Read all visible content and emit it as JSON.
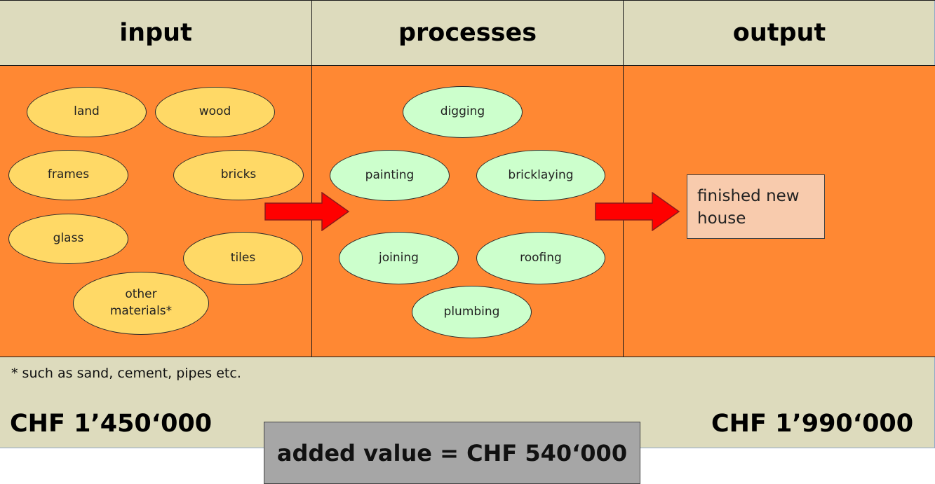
{
  "headers": {
    "input": "input",
    "processes": "processes",
    "output": "output"
  },
  "inputs": [
    "land",
    "wood",
    "frames",
    "bricks",
    "glass",
    "tiles",
    "other materials*"
  ],
  "processes": [
    "digging",
    "painting",
    "bricklaying",
    "joining",
    "roofing",
    "plumbing"
  ],
  "output": {
    "label": "finished new house"
  },
  "footnote": "* such as sand, cement, pipes etc.",
  "prices": {
    "input": "CHF 1’450‘000",
    "output": "CHF 1’990‘000"
  },
  "added_value": "added value = CHF 540‘000",
  "colors": {
    "header_bg": "#dddbbd",
    "body_bg": "#ff8833",
    "input_ellipse": "#ffd966",
    "process_ellipse": "#ccffcc",
    "output_box": "#f8cbad",
    "arrow": "#ff0000",
    "added_value_bg": "#a6a6a6"
  }
}
